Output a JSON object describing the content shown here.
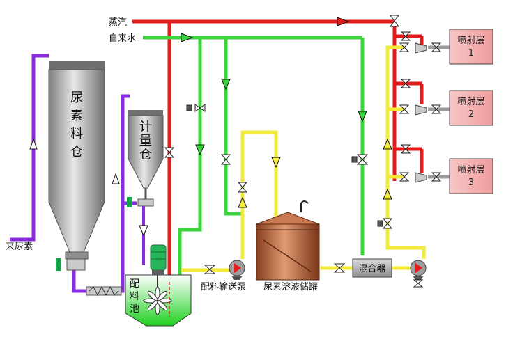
{
  "labels": {
    "steam": "蒸汽",
    "tap_water": "自来水",
    "incoming_urea": "来尿素",
    "urea_silo": [
      "尿",
      "素",
      "料",
      "仓"
    ],
    "metering_bin": [
      "计",
      "量",
      "仓"
    ],
    "mixing_pool": [
      "配",
      "料",
      "池"
    ],
    "transfer_pump": "配料输送泵",
    "solution_tank": "尿素溶液储罐",
    "mixer": "混合器",
    "spray_layers": [
      {
        "line1": "喷射层",
        "line2": "1"
      },
      {
        "line1": "喷射层",
        "line2": "2"
      },
      {
        "line1": "喷射层",
        "line2": "3"
      }
    ]
  },
  "colors": {
    "steam": "#e31b1b",
    "water": "#39d53a",
    "solution": "#f2ea3a",
    "urea": "#8a2be2",
    "tank": "#b8623a",
    "silo": "#a7a9ab",
    "spray_box": "#f3b0b0"
  }
}
